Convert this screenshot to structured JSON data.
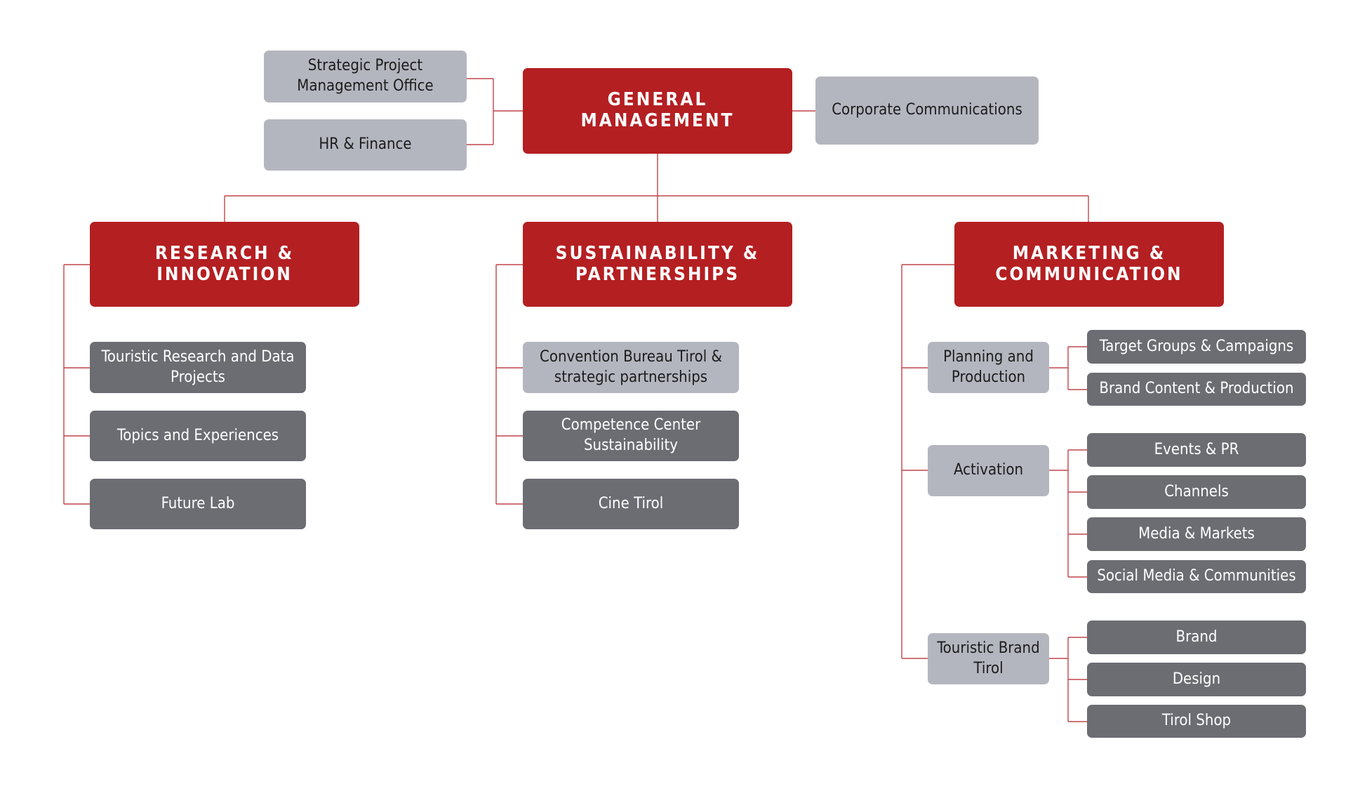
{
  "colors": {
    "primary": "#b41f22",
    "secondary": "#b4b6bf",
    "tertiary": "#6b6d72",
    "connector": "#c0454a"
  },
  "nodes": {
    "gm": "GENERAL MANAGEMENT",
    "spmo": "Strategic Project\nManagement Office",
    "hr": "HR & Finance",
    "cc": "Corporate Communications",
    "ri": "RESEARCH &\nINNOVATION",
    "sp": "SUSTAINABILITY &\nPARTNERSHIPS",
    "mc": "MARKETING &\nCOMMUNICATION",
    "trdp": "Touristic Research and Data\nProjects",
    "te": "Topics and Experiences",
    "fl": "Future Lab",
    "cbt": "Convention Bureau Tirol &\nstrategic partnerships",
    "ccs": "Competence Center\nSustainability",
    "ct": "Cine Tirol",
    "pp": "Planning and\nProduction",
    "act": "Activation",
    "tbt": "Touristic Brand\nTirol",
    "tgc": "Target Groups & Campaigns",
    "bcp": "Brand Content & Production",
    "epr": "Events & PR",
    "ch": "Channels",
    "mm": "Media & Markets",
    "smc": "Social Media & Communities",
    "br": "Brand",
    "de": "Design",
    "ts": "Tirol Shop"
  }
}
